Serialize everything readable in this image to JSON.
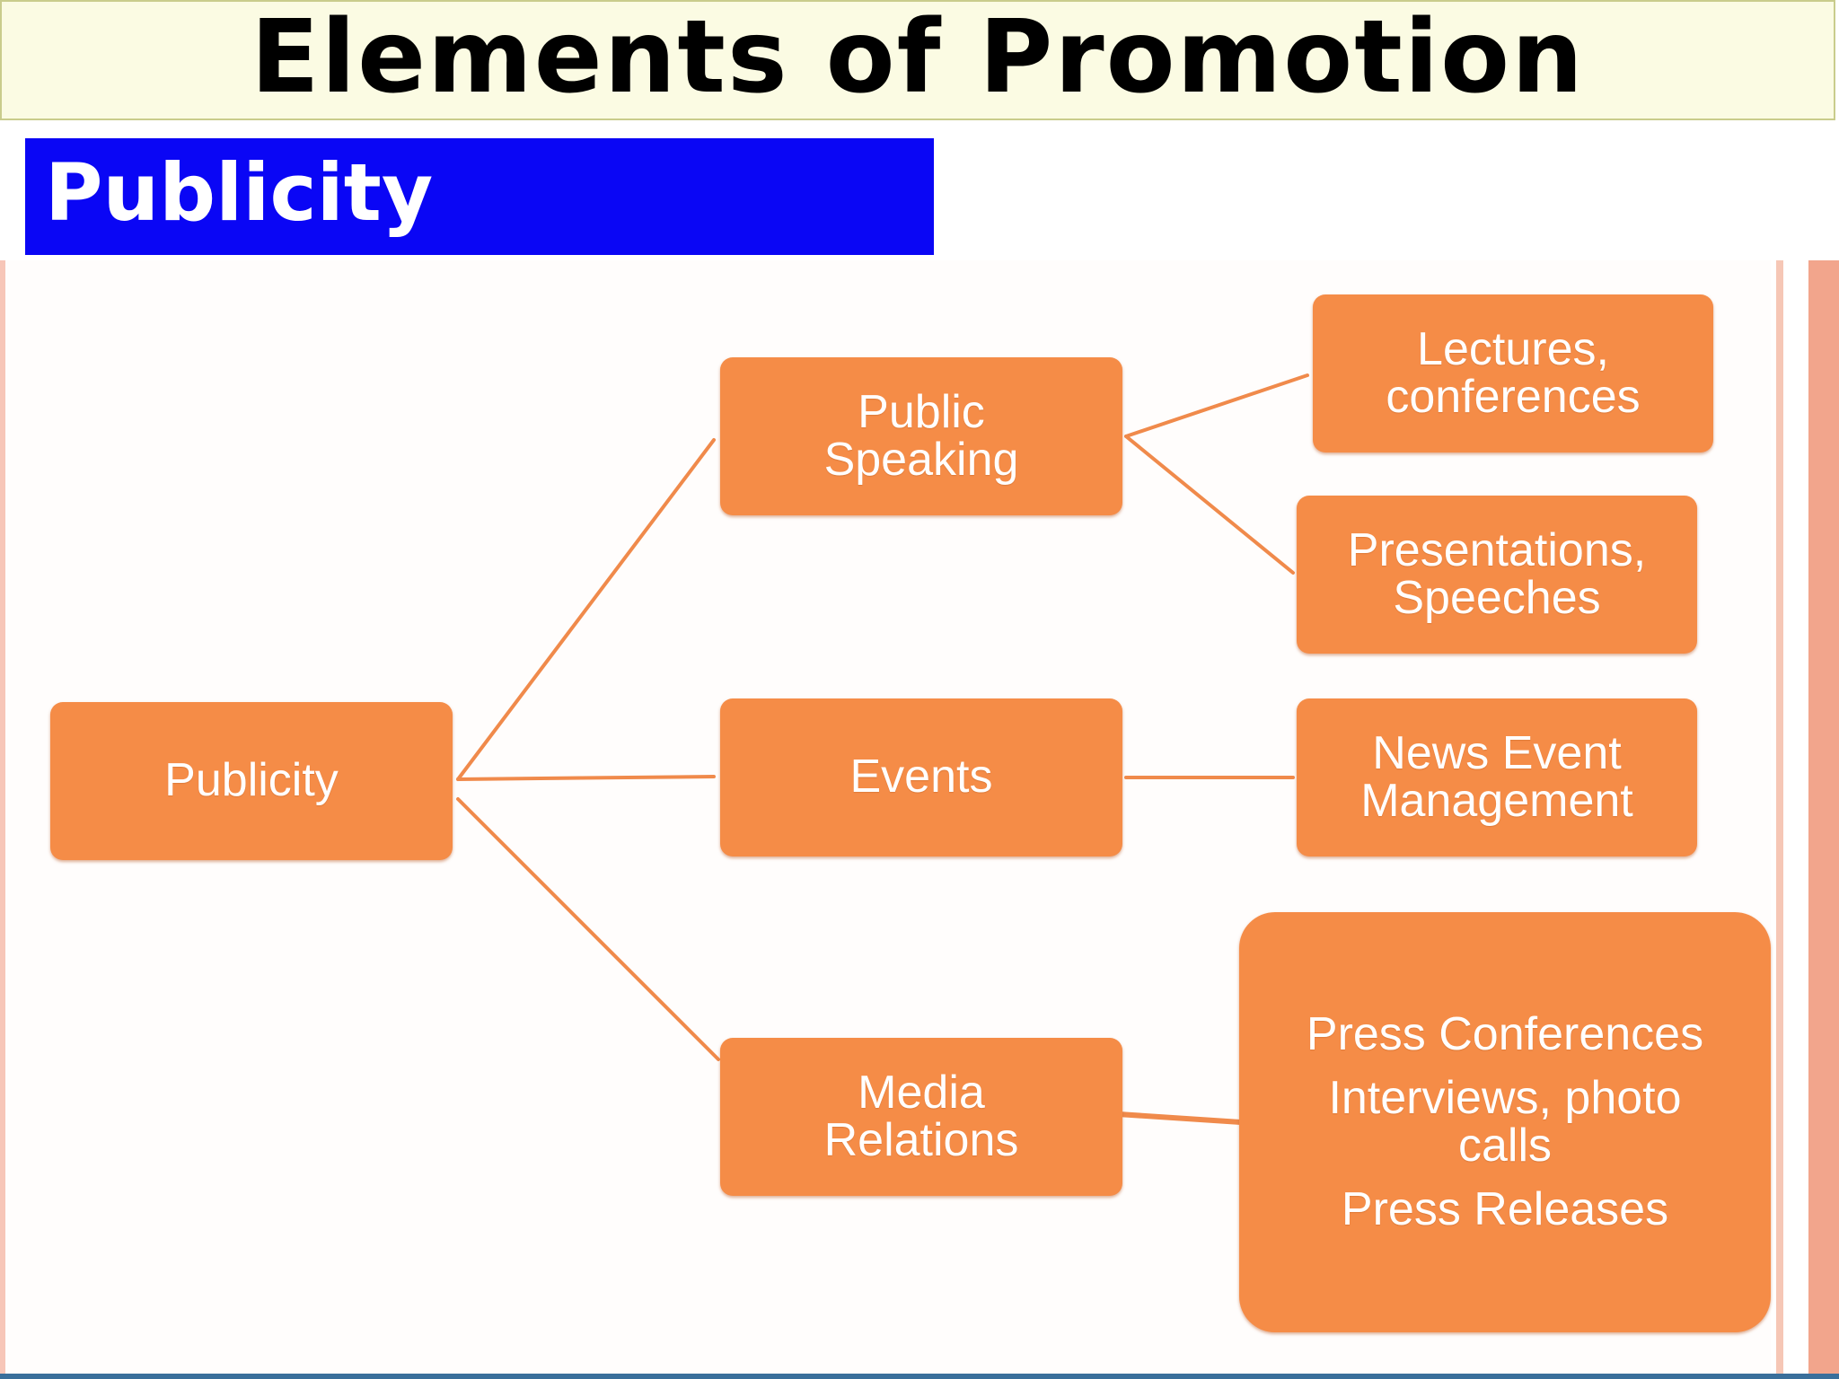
{
  "slide": {
    "title": "Elements of Promotion",
    "subtitle": "Publicity"
  },
  "diagram": {
    "root": "Publicity",
    "branches": [
      {
        "label_lines": [
          "Public",
          "Speaking"
        ],
        "children": [
          {
            "label_lines": [
              "Lectures,",
              "conferences"
            ]
          },
          {
            "label_lines": [
              "Presentations,",
              "Speeches"
            ]
          }
        ]
      },
      {
        "label_lines": [
          "Events"
        ],
        "children": [
          {
            "label_lines": [
              "News Event",
              "Management"
            ]
          }
        ]
      },
      {
        "label_lines": [
          "Media",
          "Relations"
        ],
        "children": [
          {
            "items": [
              {
                "label_lines": [
                  "Press Conferences"
                ]
              },
              {
                "label_lines": [
                  "Interviews, photo",
                  "calls"
                ]
              },
              {
                "label_lines": [
                  "Press Releases"
                ]
              }
            ]
          }
        ]
      }
    ]
  },
  "colors": {
    "title_background": "#fbfbe3",
    "subtitle_background": "#0a06f5",
    "node_fill": "#f58c47",
    "connector": "#f08a4b"
  }
}
